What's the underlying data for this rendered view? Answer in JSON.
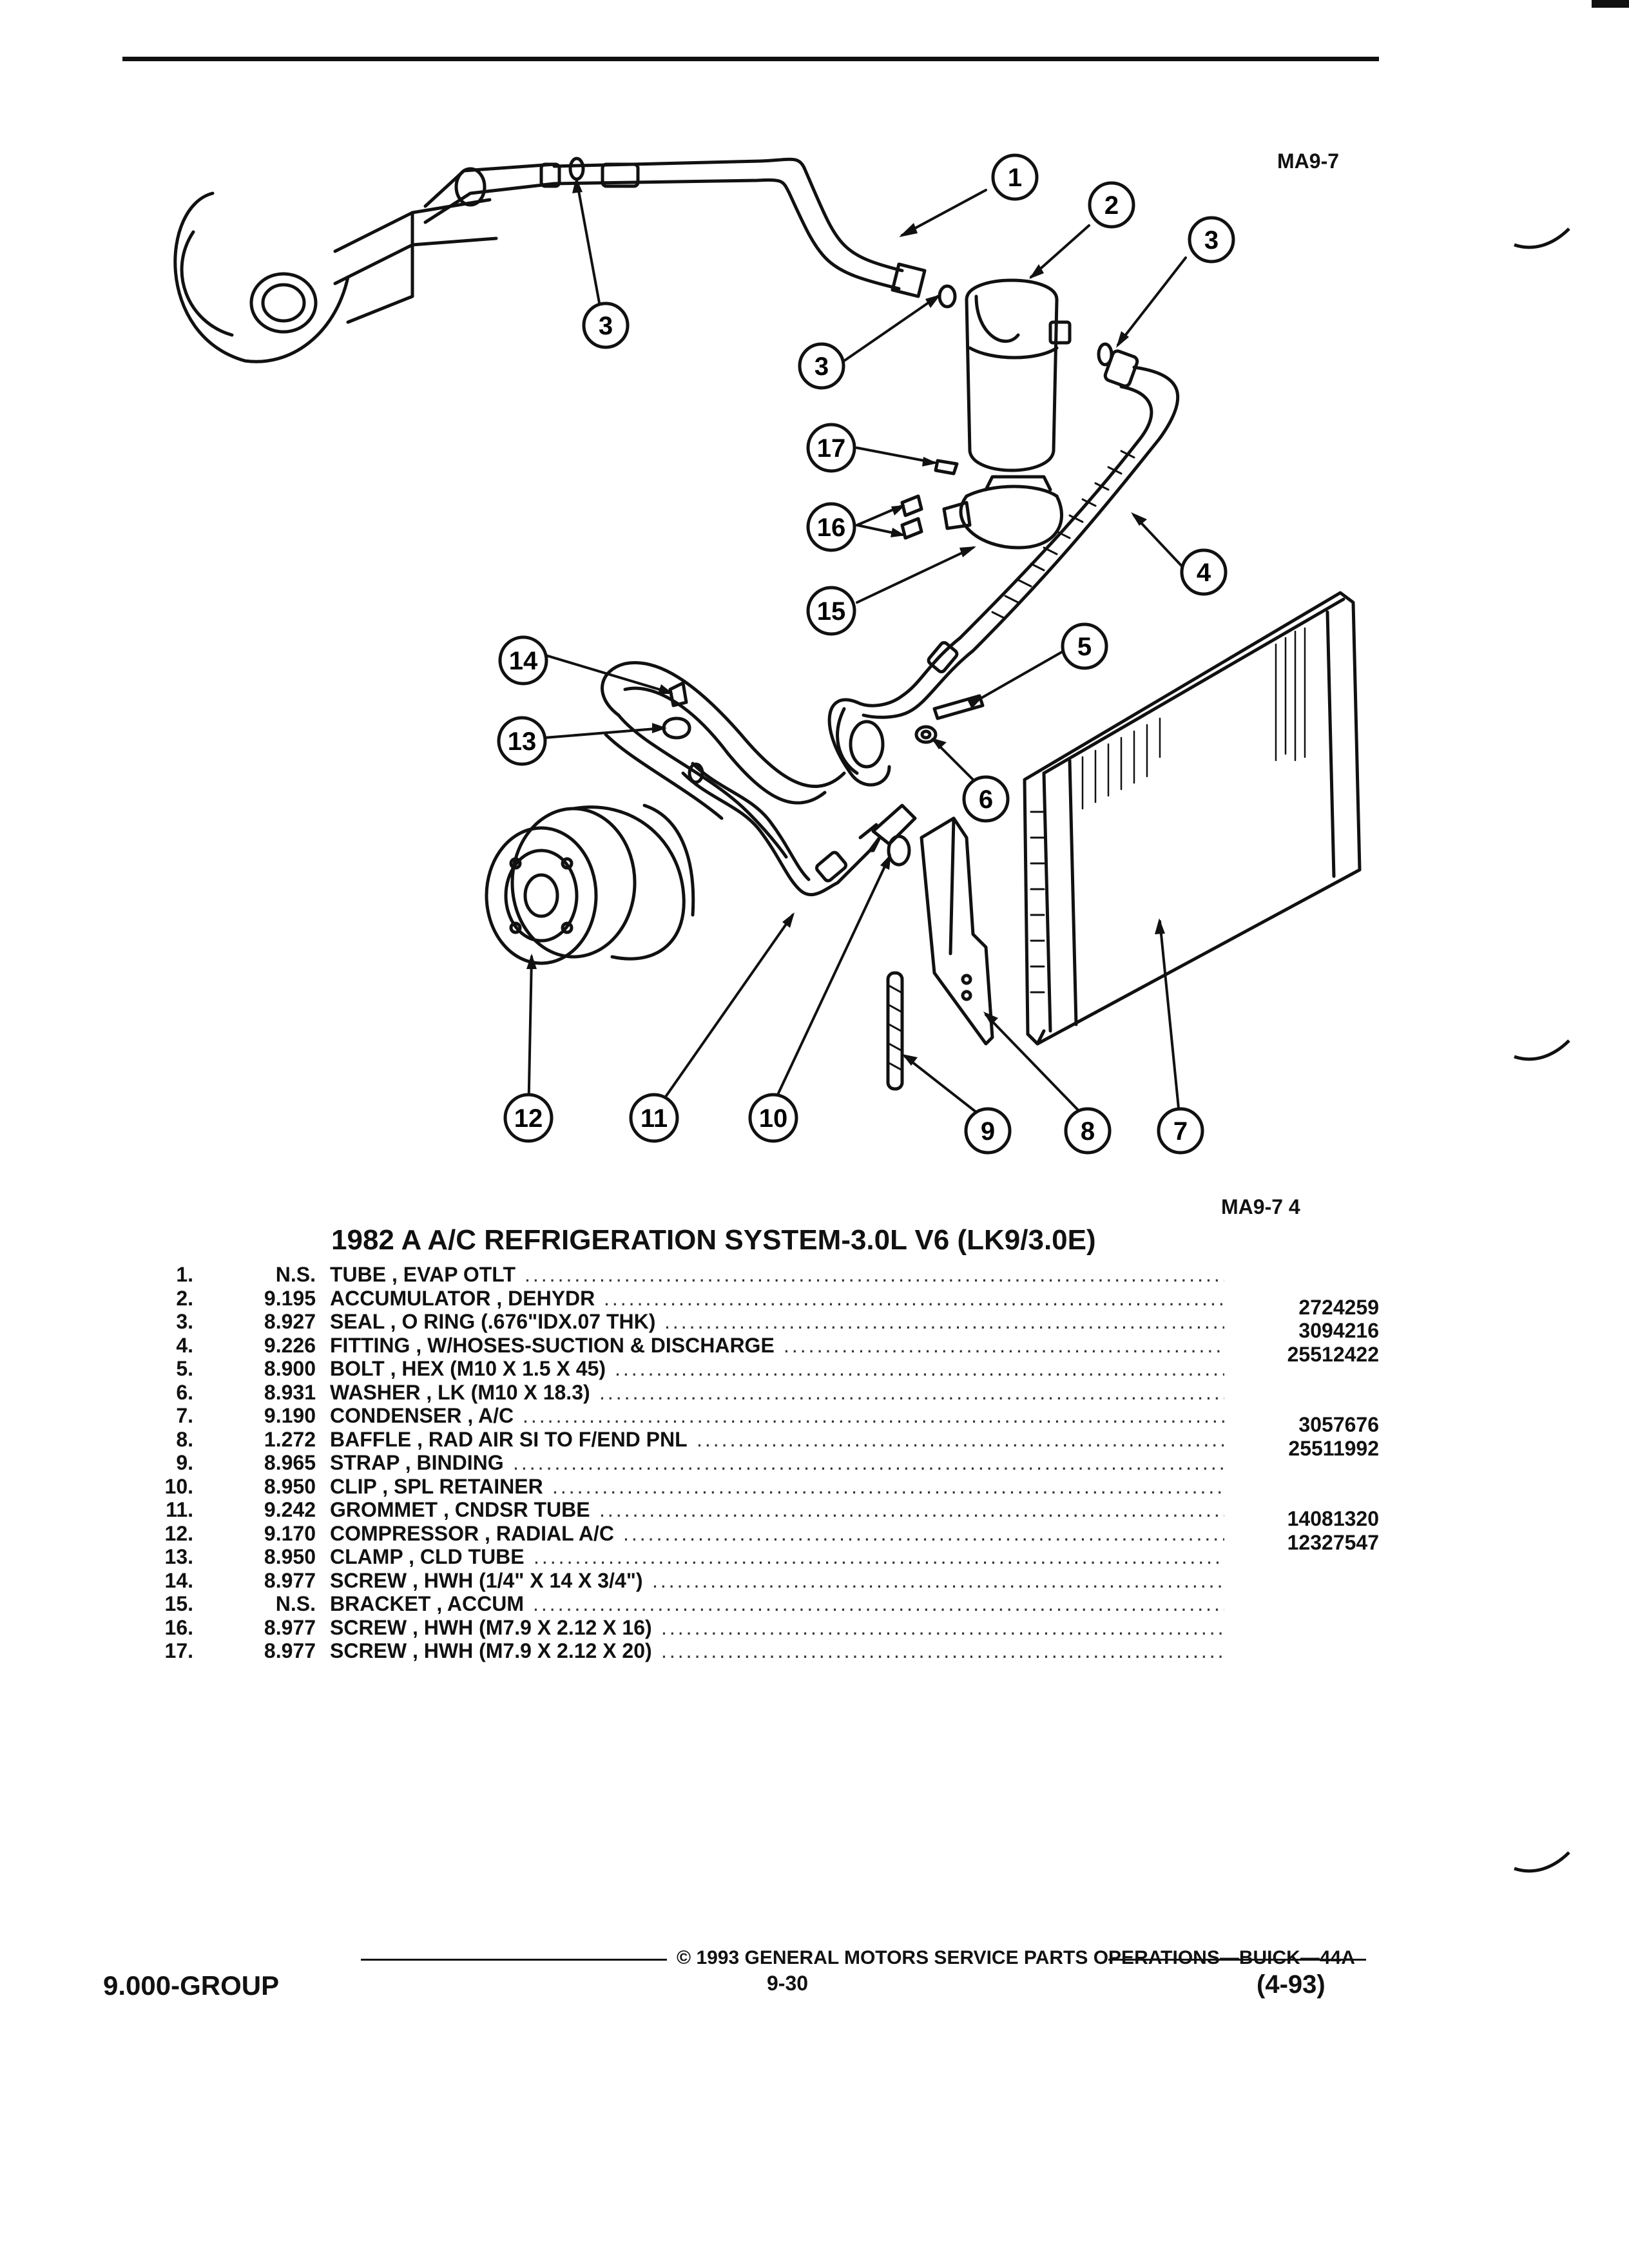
{
  "figure_code": "MA9-7",
  "figure_code_bottom": "MA9-7  4",
  "callouts": [
    "1",
    "2",
    "3",
    "3",
    "3",
    "4",
    "5",
    "6",
    "7",
    "8",
    "9",
    "10",
    "11",
    "12",
    "13",
    "14",
    "15",
    "16",
    "17"
  ],
  "table": {
    "title": "1982 A A/C REFRIGERATION SYSTEM-3.0L V6 (LK9/3.0E)",
    "rows": [
      {
        "num": "1.",
        "group": "N.S.",
        "desc": "TUBE , EVAP OTLT",
        "part": ""
      },
      {
        "num": "2.",
        "group": "9.195",
        "desc": "ACCUMULATOR , DEHYDR",
        "part": "2724259"
      },
      {
        "num": "3.",
        "group": "8.927",
        "desc": "SEAL , O RING (.676\"IDX.07 THK)",
        "part": "3094216"
      },
      {
        "num": "4.",
        "group": "9.226",
        "desc": "FITTING , W/HOSES-SUCTION & DISCHARGE",
        "part": "25512422"
      },
      {
        "num": "5.",
        "group": "8.900",
        "desc": "BOLT , HEX (M10 X 1.5 X 45)",
        "part": ""
      },
      {
        "num": "6.",
        "group": "8.931",
        "desc": "WASHER , LK (M10 X 18.3)",
        "part": ""
      },
      {
        "num": "7.",
        "group": "9.190",
        "desc": "CONDENSER , A/C",
        "part": "3057676"
      },
      {
        "num": "8.",
        "group": "1.272",
        "desc": "BAFFLE , RAD AIR SI TO F/END PNL",
        "part": "25511992"
      },
      {
        "num": "9.",
        "group": "8.965",
        "desc": "STRAP , BINDING",
        "part": ""
      },
      {
        "num": "10.",
        "group": "8.950",
        "desc": "CLIP , SPL RETAINER",
        "part": ""
      },
      {
        "num": "11.",
        "group": "9.242",
        "desc": "GROMMET , CNDSR TUBE",
        "part": "14081320"
      },
      {
        "num": "12.",
        "group": "9.170",
        "desc": "COMPRESSOR , RADIAL A/C",
        "part": "12327547"
      },
      {
        "num": "13.",
        "group": "8.950",
        "desc": "CLAMP , CLD TUBE",
        "part": ""
      },
      {
        "num": "14.",
        "group": "8.977",
        "desc": "SCREW , HWH (1/4\" X 14 X 3/4\")",
        "part": ""
      },
      {
        "num": "15.",
        "group": "N.S.",
        "desc": "BRACKET , ACCUM",
        "part": ""
      },
      {
        "num": "16.",
        "group": "8.977",
        "desc": "SCREW , HWH (M7.9 X 2.12 X 16)",
        "part": ""
      },
      {
        "num": "17.",
        "group": "8.977",
        "desc": "SCREW , HWH (M7.9 X 2.12 X 20)",
        "part": ""
      }
    ]
  },
  "footer": {
    "copyright": "© 1993 GENERAL MOTORS SERVICE PARTS OPERATIONS—BUICK—44A",
    "group": "9.000-GROUP",
    "page": "9-30",
    "date": "(4-93)"
  }
}
